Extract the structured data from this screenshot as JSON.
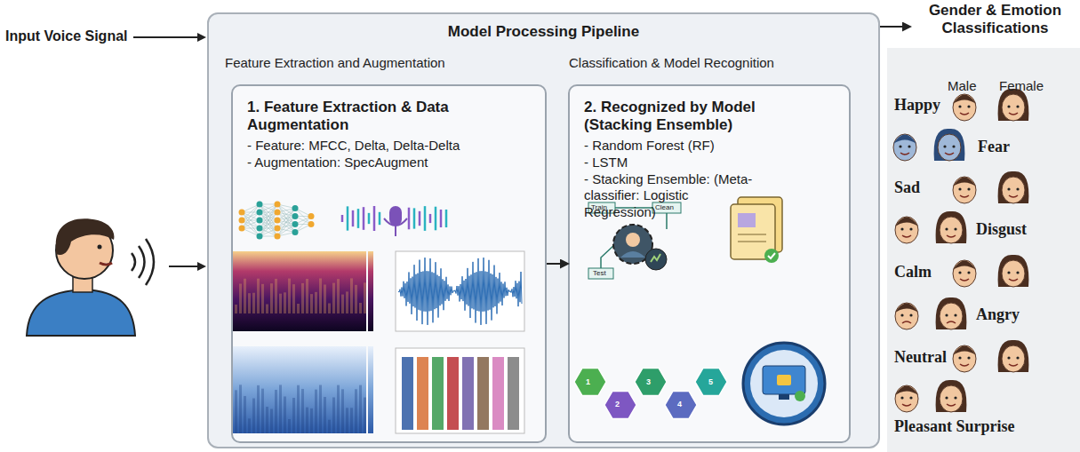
{
  "diagram": {
    "nodes": [
      {
        "text": [
          "Model Processing Pipeline"
        ]
      },
      {
        "text": [
          "1. Feature Extraction & Data Augmentation",
          "- Feature: MFCC, Delta, Delta-Delta",
          "- Augmentation: SpecAugment"
        ],
        "in": 0
      },
      {
        "text": [
          "2. Recognized by Model (Stacking Ensemble)",
          "- Random Forest (RF)",
          "- LSTM",
          "- Stacking Ensemble: (Meta-classifier: Logistic Regression)"
        ],
        "in": 0
      },
      {
        "text": [
          "Gender & Emotion Classifications"
        ]
      }
    ],
    "edges": [
      {
        "from": 1,
        "to": 2,
        "arrow": "to"
      },
      {
        "from": 0,
        "to": 3,
        "arrow": "to"
      }
    ],
    "labels": [
      "Input Voice Signal",
      "Feature Extraction and Augmentation",
      "Classification & Model Recognition",
      "Male",
      "Female",
      "Happy",
      "Fear",
      "Sad",
      "Disgust",
      "Calm",
      "Angry",
      "Neutral",
      "Pleasant Surprise",
      "Train",
      "Clean",
      "Test",
      "1",
      "2",
      "3",
      "4",
      "5"
    ]
  }
}
